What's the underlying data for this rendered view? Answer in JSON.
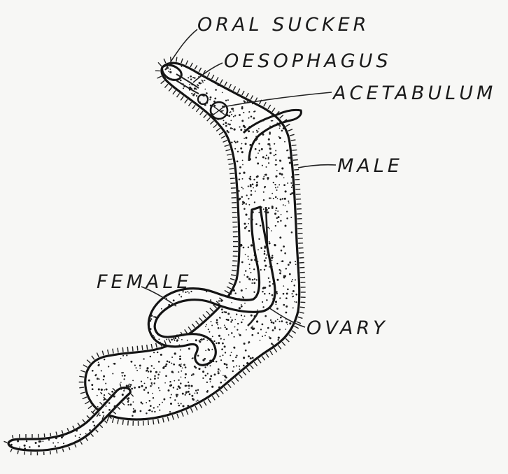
{
  "diagram": {
    "subject": "",
    "labels": {
      "oral_sucker": "ORAL SUCKER",
      "oesophagus": "OESOPHAGUS",
      "acetabulum": "ACETABULUM",
      "male": "MALE",
      "female": "FEMALE",
      "ovary": "OVARY"
    },
    "colors": {
      "ink": "#141414",
      "paper": "#f7f7f5"
    }
  }
}
